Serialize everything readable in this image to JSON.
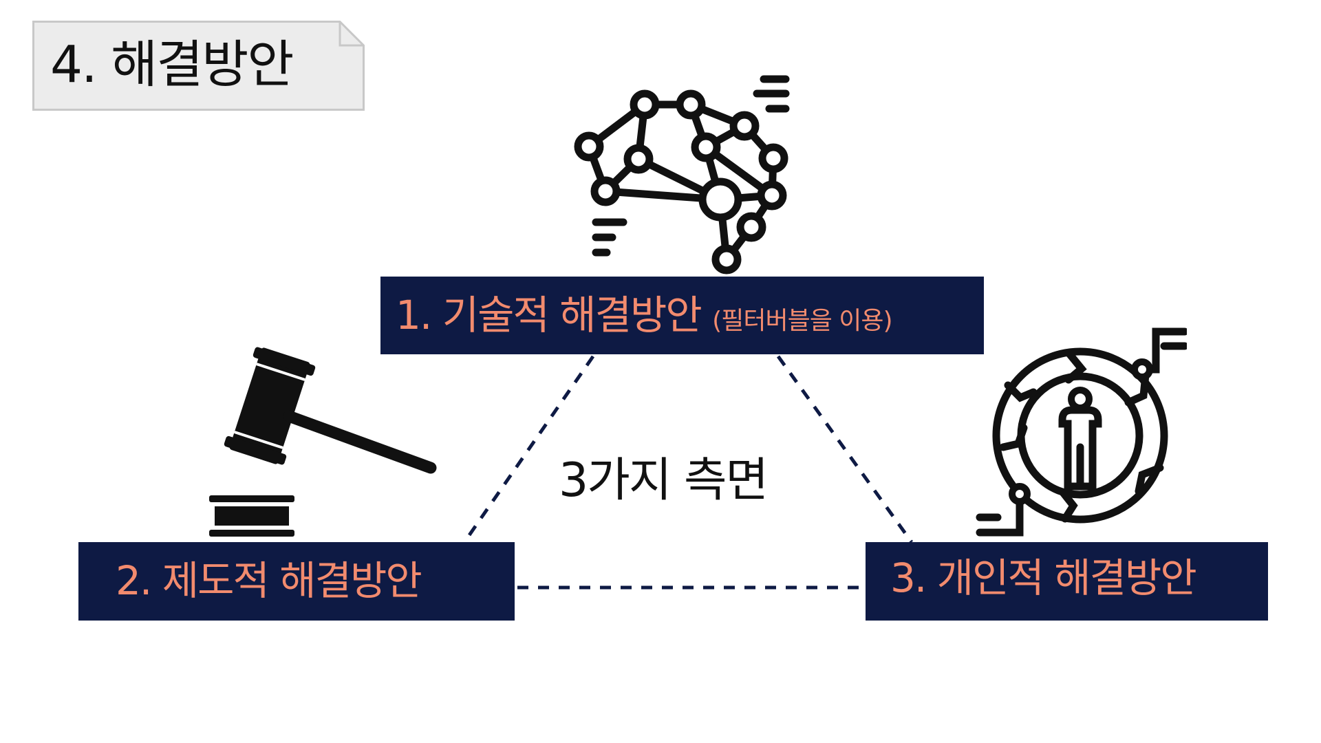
{
  "title": "4. 해결방안",
  "center_label": "3가지 측면",
  "solutions": [
    {
      "label": "1. 기술적 해결방안",
      "sub_label": "(필터버블을 이용)",
      "icon": "brain-network-icon"
    },
    {
      "label": "2. 제도적 해결방안",
      "icon": "gavel-icon"
    },
    {
      "label": "3. 개인적 해결방안",
      "icon": "person-cycle-icon"
    }
  ],
  "colors": {
    "box_background": "#0e1a44",
    "box_text": "#f28b6e",
    "connector_line": "#0e1a44",
    "title_tab_fill": "#ececec",
    "title_tab_border": "#c8c8c8",
    "text_dark": "#111111"
  }
}
